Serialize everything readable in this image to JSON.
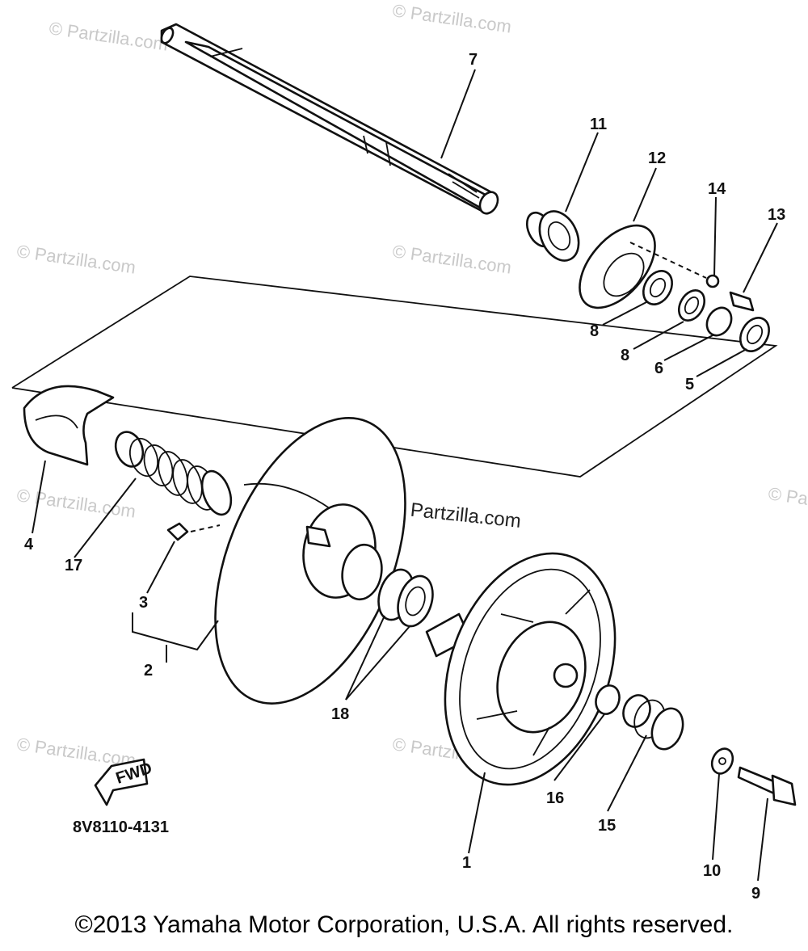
{
  "diagram": {
    "drawing_code": "8V8110-4131",
    "fwd_label": "FWD",
    "watermark": "© Partzilla.com",
    "callouts": {
      "c1": "1",
      "c2": "2",
      "c3": "3",
      "c4": "4",
      "c5": "5",
      "c6": "6",
      "c7": "7",
      "c8a": "8",
      "c8b": "8",
      "c9": "9",
      "c10": "10",
      "c11": "11",
      "c12": "12",
      "c13": "13",
      "c14": "14",
      "c15": "15",
      "c16": "16",
      "c17": "17",
      "c18": "18"
    }
  },
  "footer": {
    "copyright": "©2013 Yamaha Motor Corporation, U.S.A. All rights reserved."
  }
}
